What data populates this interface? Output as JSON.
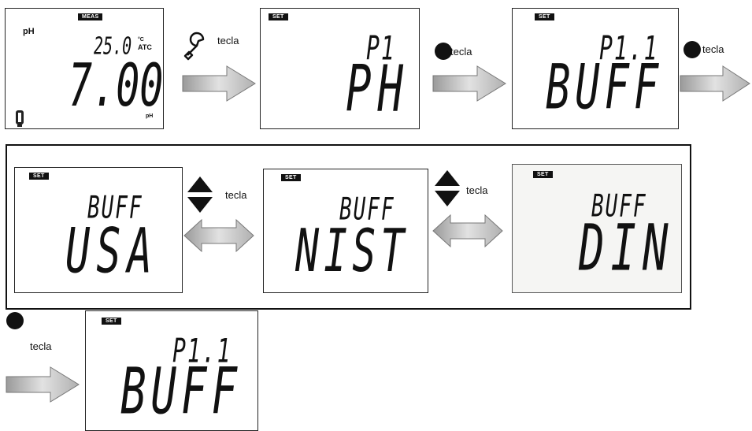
{
  "screen1": {
    "mode": "MEAS",
    "param": "pH",
    "temp": "25.0",
    "temp_unit": "°C",
    "atc": "ATC",
    "reading": "7.00",
    "unit": "pH"
  },
  "screen2": {
    "mode": "SET",
    "line1": "P1",
    "line2": "PH"
  },
  "screen3": {
    "mode": "SET",
    "line1": "P1.1",
    "line2": "BUFF"
  },
  "screen4": {
    "mode": "SET",
    "line1": "BUFF",
    "line2": "USA"
  },
  "screen5": {
    "mode": "SET",
    "line1": "BUFF",
    "line2": "NIST"
  },
  "screen6": {
    "mode": "SET",
    "line1": "BUFF",
    "line2": "DIN"
  },
  "screen7": {
    "mode": "SET",
    "line1": "P1.1",
    "line2": "BUFF"
  },
  "labels": {
    "tecla": "tecla"
  },
  "icons": [
    "wrench-icon",
    "circle-key-icon",
    "up-down-arrow-icon",
    "right-arrow-icon",
    "double-arrow-icon",
    "probe-icon"
  ],
  "colors": {
    "arrow_fill": "#c8c8c8",
    "lcd_border": "#222222"
  }
}
